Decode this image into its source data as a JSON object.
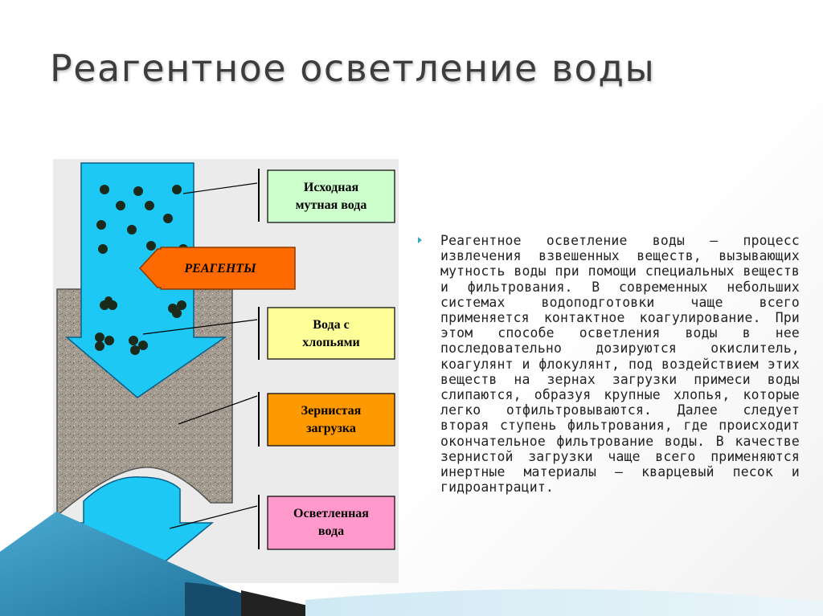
{
  "slide": {
    "title": "Реагентное осветление воды"
  },
  "diagram": {
    "labels": {
      "source_water": [
        "Исходная",
        "мутная вода"
      ],
      "reagents": "РЕАГЕНТЫ",
      "water_flakes": [
        "Вода с",
        "хлопьями"
      ],
      "granular_load": [
        "Зернистая",
        "загрузка"
      ],
      "clarified_water": [
        "Осветленная",
        "вода"
      ]
    },
    "colors": {
      "water": "#1ec8f5",
      "source_box": "#ccffcc",
      "reagents_arrow": "#ff6a00",
      "flakes_box": "#ffff99",
      "granular_box": "#ff9900",
      "clarified_box": "#ff99cc",
      "granular_fill": "#a0968c",
      "particles": "#1b2a1b"
    }
  },
  "body": {
    "paragraph": "Реагентное осветление воды – процесс извлечения взвешенных веществ, вызывающих мутность воды при помощи специальных веществ и фильтрования. В современных небольших системах водоподготовки чаще всего применяется контактное коагулирование. При этом способе осветления воды в нее последовательно дозируются окислитель, коагулянт и флокулянт, под воздействием этих веществ на зернах загрузки примеси воды слипаются, образуя крупные хлопья, которые легко отфильтровываются. Далее следует вторая ступень фильтрования, где происходит окончательное фильтрование воды. В качестве зернистой загрузки чаще всего применяются инертные материалы – кварцевый песок и гидроантрацит."
  }
}
